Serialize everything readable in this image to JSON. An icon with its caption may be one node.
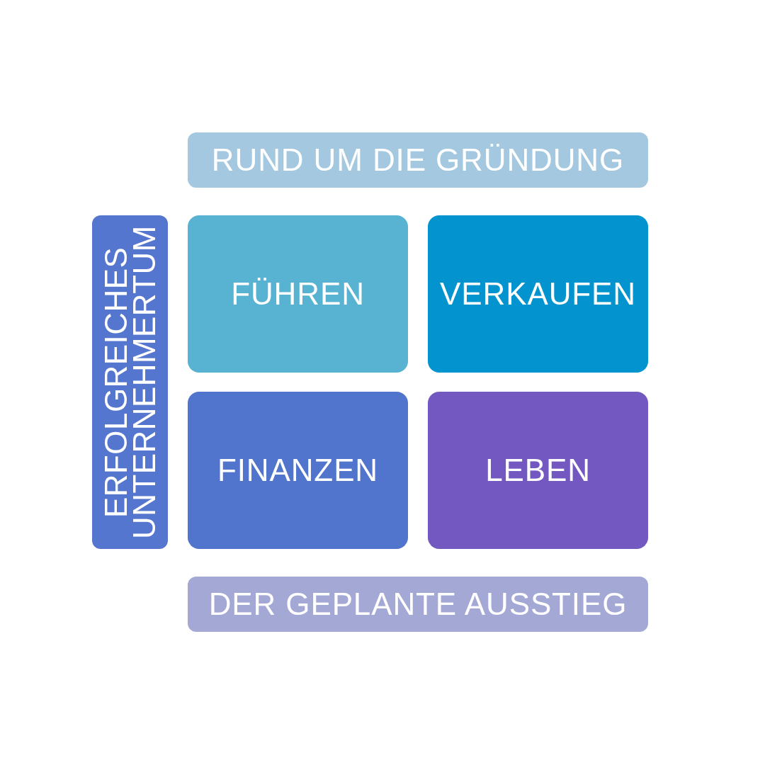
{
  "diagram": {
    "nodes": [
      {
        "text": [
          "RUND UM DIE GRÜNDUNG"
        ]
      },
      {
        "text": [
          "ERFOLGREICHES UNTERNEHMERTUM"
        ]
      },
      {
        "text": [
          "FÜHREN"
        ]
      },
      {
        "text": [
          "VERKAUFEN"
        ]
      },
      {
        "text": [
          "FINANZEN"
        ]
      },
      {
        "text": [
          "LEBEN"
        ]
      },
      {
        "text": [
          "DER GEPLANTE AUSSTIEG"
        ]
      }
    ]
  }
}
